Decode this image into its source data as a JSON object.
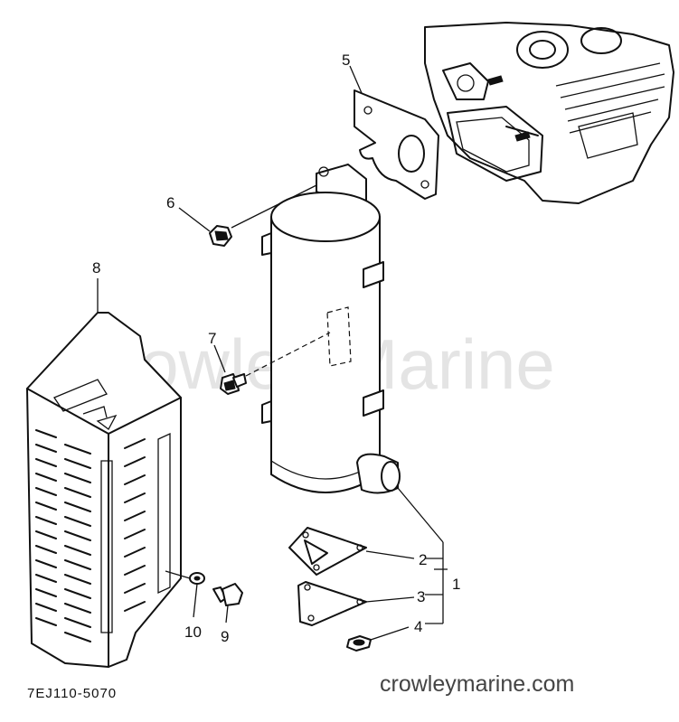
{
  "watermark": "Crowley Marine",
  "diagram_code": "7EJ110-5070",
  "site_url": "crowleymarine.com",
  "callouts": {
    "c1": "1",
    "c2": "2",
    "c3": "3",
    "c4": "4",
    "c5": "5",
    "c6": "6",
    "c7": "7",
    "c8": "8",
    "c9": "9",
    "c10": "10"
  }
}
